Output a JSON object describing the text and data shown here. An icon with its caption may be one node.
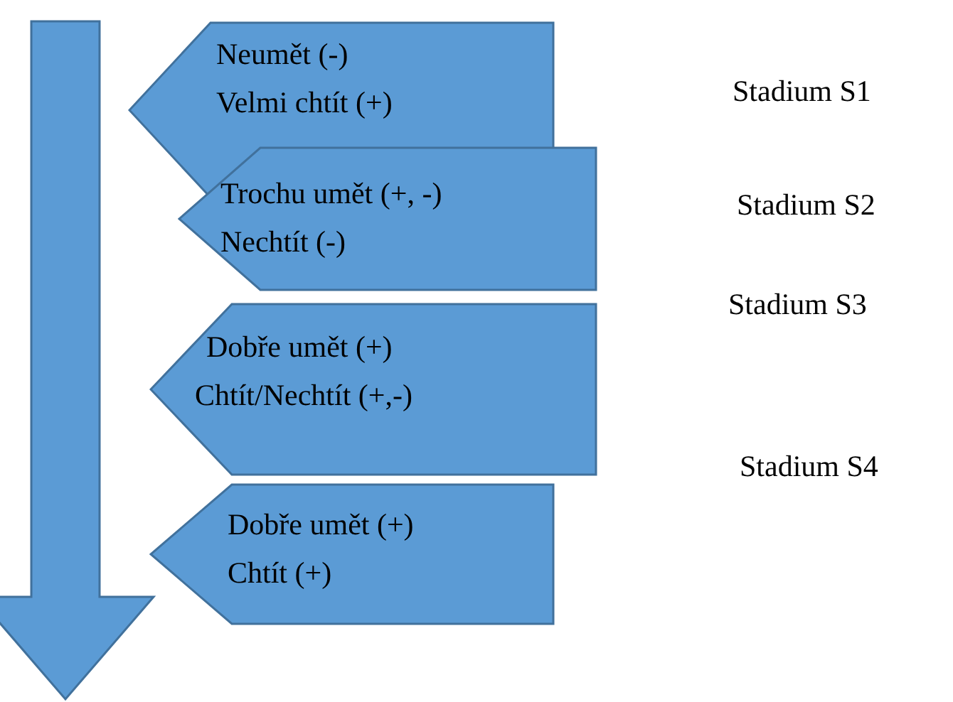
{
  "diagram": {
    "nodes": [
      {
        "text": [
          "Neumět (-)",
          "Velmi chtít (+)"
        ]
      },
      {
        "text": [
          "Trochu umět (+, -)",
          "Nechtít (-)"
        ]
      },
      {
        "text": [
          "Dobře umět (+)",
          "Chtít/Nechtít (+,-)"
        ]
      },
      {
        "text": [
          "Dobře umět (+)",
          "Chtít (+)"
        ]
      }
    ],
    "labels": [
      "Stadium S1",
      "Stadium S2",
      "Stadium S3",
      "Stadium S4"
    ]
  }
}
